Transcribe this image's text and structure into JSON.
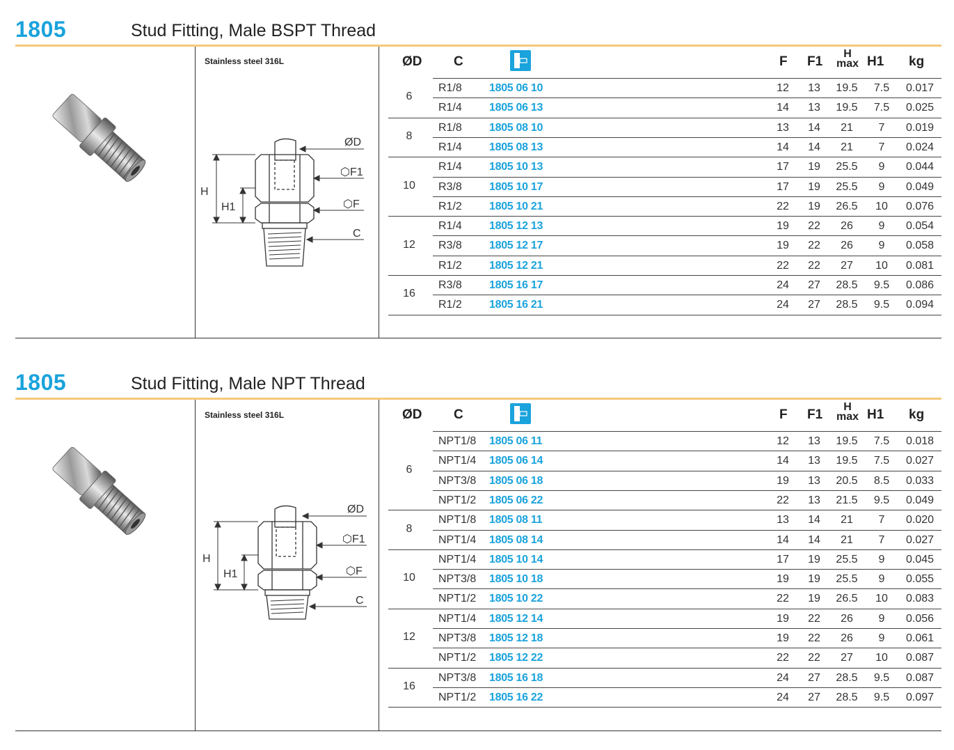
{
  "sections": [
    {
      "code": "1805",
      "title": "Stud Fitting, Male BSPT Thread",
      "material": "Stainless steel 316L",
      "headers": {
        "od": "ØD",
        "c": "C",
        "f": "F",
        "f1": "F1",
        "h_top": "H",
        "h_bottom": "max",
        "h1": "H1",
        "kg": "kg"
      },
      "drawing_labels": {
        "od": "ØD",
        "f1": "⬡F1",
        "f": "⬡F",
        "h": "H",
        "h1": "H1",
        "c": "C"
      },
      "groups": [
        {
          "od": "6",
          "rows": [
            {
              "c": "R1/8",
              "art": "1805 06 10",
              "f": "12",
              "f1": "13",
              "h": "19.5",
              "h1": "7.5",
              "kg": "0.017"
            },
            {
              "c": "R1/4",
              "art": "1805 06 13",
              "f": "14",
              "f1": "13",
              "h": "19.5",
              "h1": "7.5",
              "kg": "0.025"
            }
          ]
        },
        {
          "od": "8",
          "rows": [
            {
              "c": "R1/8",
              "art": "1805 08 10",
              "f": "13",
              "f1": "14",
              "h": "21",
              "h1": "7",
              "kg": "0.019"
            },
            {
              "c": "R1/4",
              "art": "1805 08 13",
              "f": "14",
              "f1": "14",
              "h": "21",
              "h1": "7",
              "kg": "0.024"
            }
          ]
        },
        {
          "od": "10",
          "rows": [
            {
              "c": "R1/4",
              "art": "1805 10 13",
              "f": "17",
              "f1": "19",
              "h": "25.5",
              "h1": "9",
              "kg": "0.044"
            },
            {
              "c": "R3/8",
              "art": "1805 10 17",
              "f": "17",
              "f1": "19",
              "h": "25.5",
              "h1": "9",
              "kg": "0.049"
            },
            {
              "c": "R1/2",
              "art": "1805 10 21",
              "f": "22",
              "f1": "19",
              "h": "26.5",
              "h1": "10",
              "kg": "0.076"
            }
          ]
        },
        {
          "od": "12",
          "rows": [
            {
              "c": "R1/4",
              "art": "1805 12 13",
              "f": "19",
              "f1": "22",
              "h": "26",
              "h1": "9",
              "kg": "0.054"
            },
            {
              "c": "R3/8",
              "art": "1805 12 17",
              "f": "19",
              "f1": "22",
              "h": "26",
              "h1": "9",
              "kg": "0.058"
            },
            {
              "c": "R1/2",
              "art": "1805 12 21",
              "f": "22",
              "f1": "22",
              "h": "27",
              "h1": "10",
              "kg": "0.081"
            }
          ]
        },
        {
          "od": "16",
          "rows": [
            {
              "c": "R3/8",
              "art": "1805 16 17",
              "f": "24",
              "f1": "27",
              "h": "28.5",
              "h1": "9.5",
              "kg": "0.086"
            },
            {
              "c": "R1/2",
              "art": "1805 16 21",
              "f": "24",
              "f1": "27",
              "h": "28.5",
              "h1": "9.5",
              "kg": "0.094"
            }
          ]
        }
      ]
    },
    {
      "code": "1805",
      "title": "Stud Fitting, Male NPT Thread",
      "material": "Stainless steel 316L",
      "headers": {
        "od": "ØD",
        "c": "C",
        "f": "F",
        "f1": "F1",
        "h_top": "H",
        "h_bottom": "max",
        "h1": "H1",
        "kg": "kg"
      },
      "drawing_labels": {
        "od": "ØD",
        "f1": "⬡F1",
        "f": "⬡F",
        "h": "H",
        "h1": "H1",
        "c": "C"
      },
      "groups": [
        {
          "od": "6",
          "rows": [
            {
              "c": "NPT1/8",
              "art": "1805 06 11",
              "f": "12",
              "f1": "13",
              "h": "19.5",
              "h1": "7.5",
              "kg": "0.018"
            },
            {
              "c": "NPT1/4",
              "art": "1805 06 14",
              "f": "14",
              "f1": "13",
              "h": "19.5",
              "h1": "7.5",
              "kg": "0.027"
            },
            {
              "c": "NPT3/8",
              "art": "1805 06 18",
              "f": "19",
              "f1": "13",
              "h": "20.5",
              "h1": "8.5",
              "kg": "0.033"
            },
            {
              "c": "NPT1/2",
              "art": "1805 06 22",
              "f": "22",
              "f1": "13",
              "h": "21.5",
              "h1": "9.5",
              "kg": "0.049"
            }
          ]
        },
        {
          "od": "8",
          "rows": [
            {
              "c": "NPT1/8",
              "art": "1805 08 11",
              "f": "13",
              "f1": "14",
              "h": "21",
              "h1": "7",
              "kg": "0.020"
            },
            {
              "c": "NPT1/4",
              "art": "1805 08 14",
              "f": "14",
              "f1": "14",
              "h": "21",
              "h1": "7",
              "kg": "0.027"
            }
          ]
        },
        {
          "od": "10",
          "rows": [
            {
              "c": "NPT1/4",
              "art": "1805 10 14",
              "f": "17",
              "f1": "19",
              "h": "25.5",
              "h1": "9",
              "kg": "0.045"
            },
            {
              "c": "NPT3/8",
              "art": "1805 10 18",
              "f": "19",
              "f1": "19",
              "h": "25.5",
              "h1": "9",
              "kg": "0.055"
            },
            {
              "c": "NPT1/2",
              "art": "1805 10 22",
              "f": "22",
              "f1": "19",
              "h": "26.5",
              "h1": "10",
              "kg": "0.083"
            }
          ]
        },
        {
          "od": "12",
          "rows": [
            {
              "c": "NPT1/4",
              "art": "1805 12 14",
              "f": "19",
              "f1": "22",
              "h": "26",
              "h1": "9",
              "kg": "0.056"
            },
            {
              "c": "NPT3/8",
              "art": "1805 12 18",
              "f": "19",
              "f1": "22",
              "h": "26",
              "h1": "9",
              "kg": "0.061"
            },
            {
              "c": "NPT1/2",
              "art": "1805 12 22",
              "f": "22",
              "f1": "22",
              "h": "27",
              "h1": "10",
              "kg": "0.087"
            }
          ]
        },
        {
          "od": "16",
          "rows": [
            {
              "c": "NPT3/8",
              "art": "1805 16 18",
              "f": "24",
              "f1": "27",
              "h": "28.5",
              "h1": "9.5",
              "kg": "0.087"
            },
            {
              "c": "NPT1/2",
              "art": "1805 16 22",
              "f": "24",
              "f1": "27",
              "h": "28.5",
              "h1": "9.5",
              "kg": "0.097"
            }
          ]
        }
      ]
    }
  ],
  "colors": {
    "accent": "#1aa3dc",
    "rule": "#f5c87a",
    "text": "#222222"
  },
  "icons": {
    "product_icon": "blue-fitting-logo-icon",
    "product_photo": "stud-fitting-photo"
  }
}
